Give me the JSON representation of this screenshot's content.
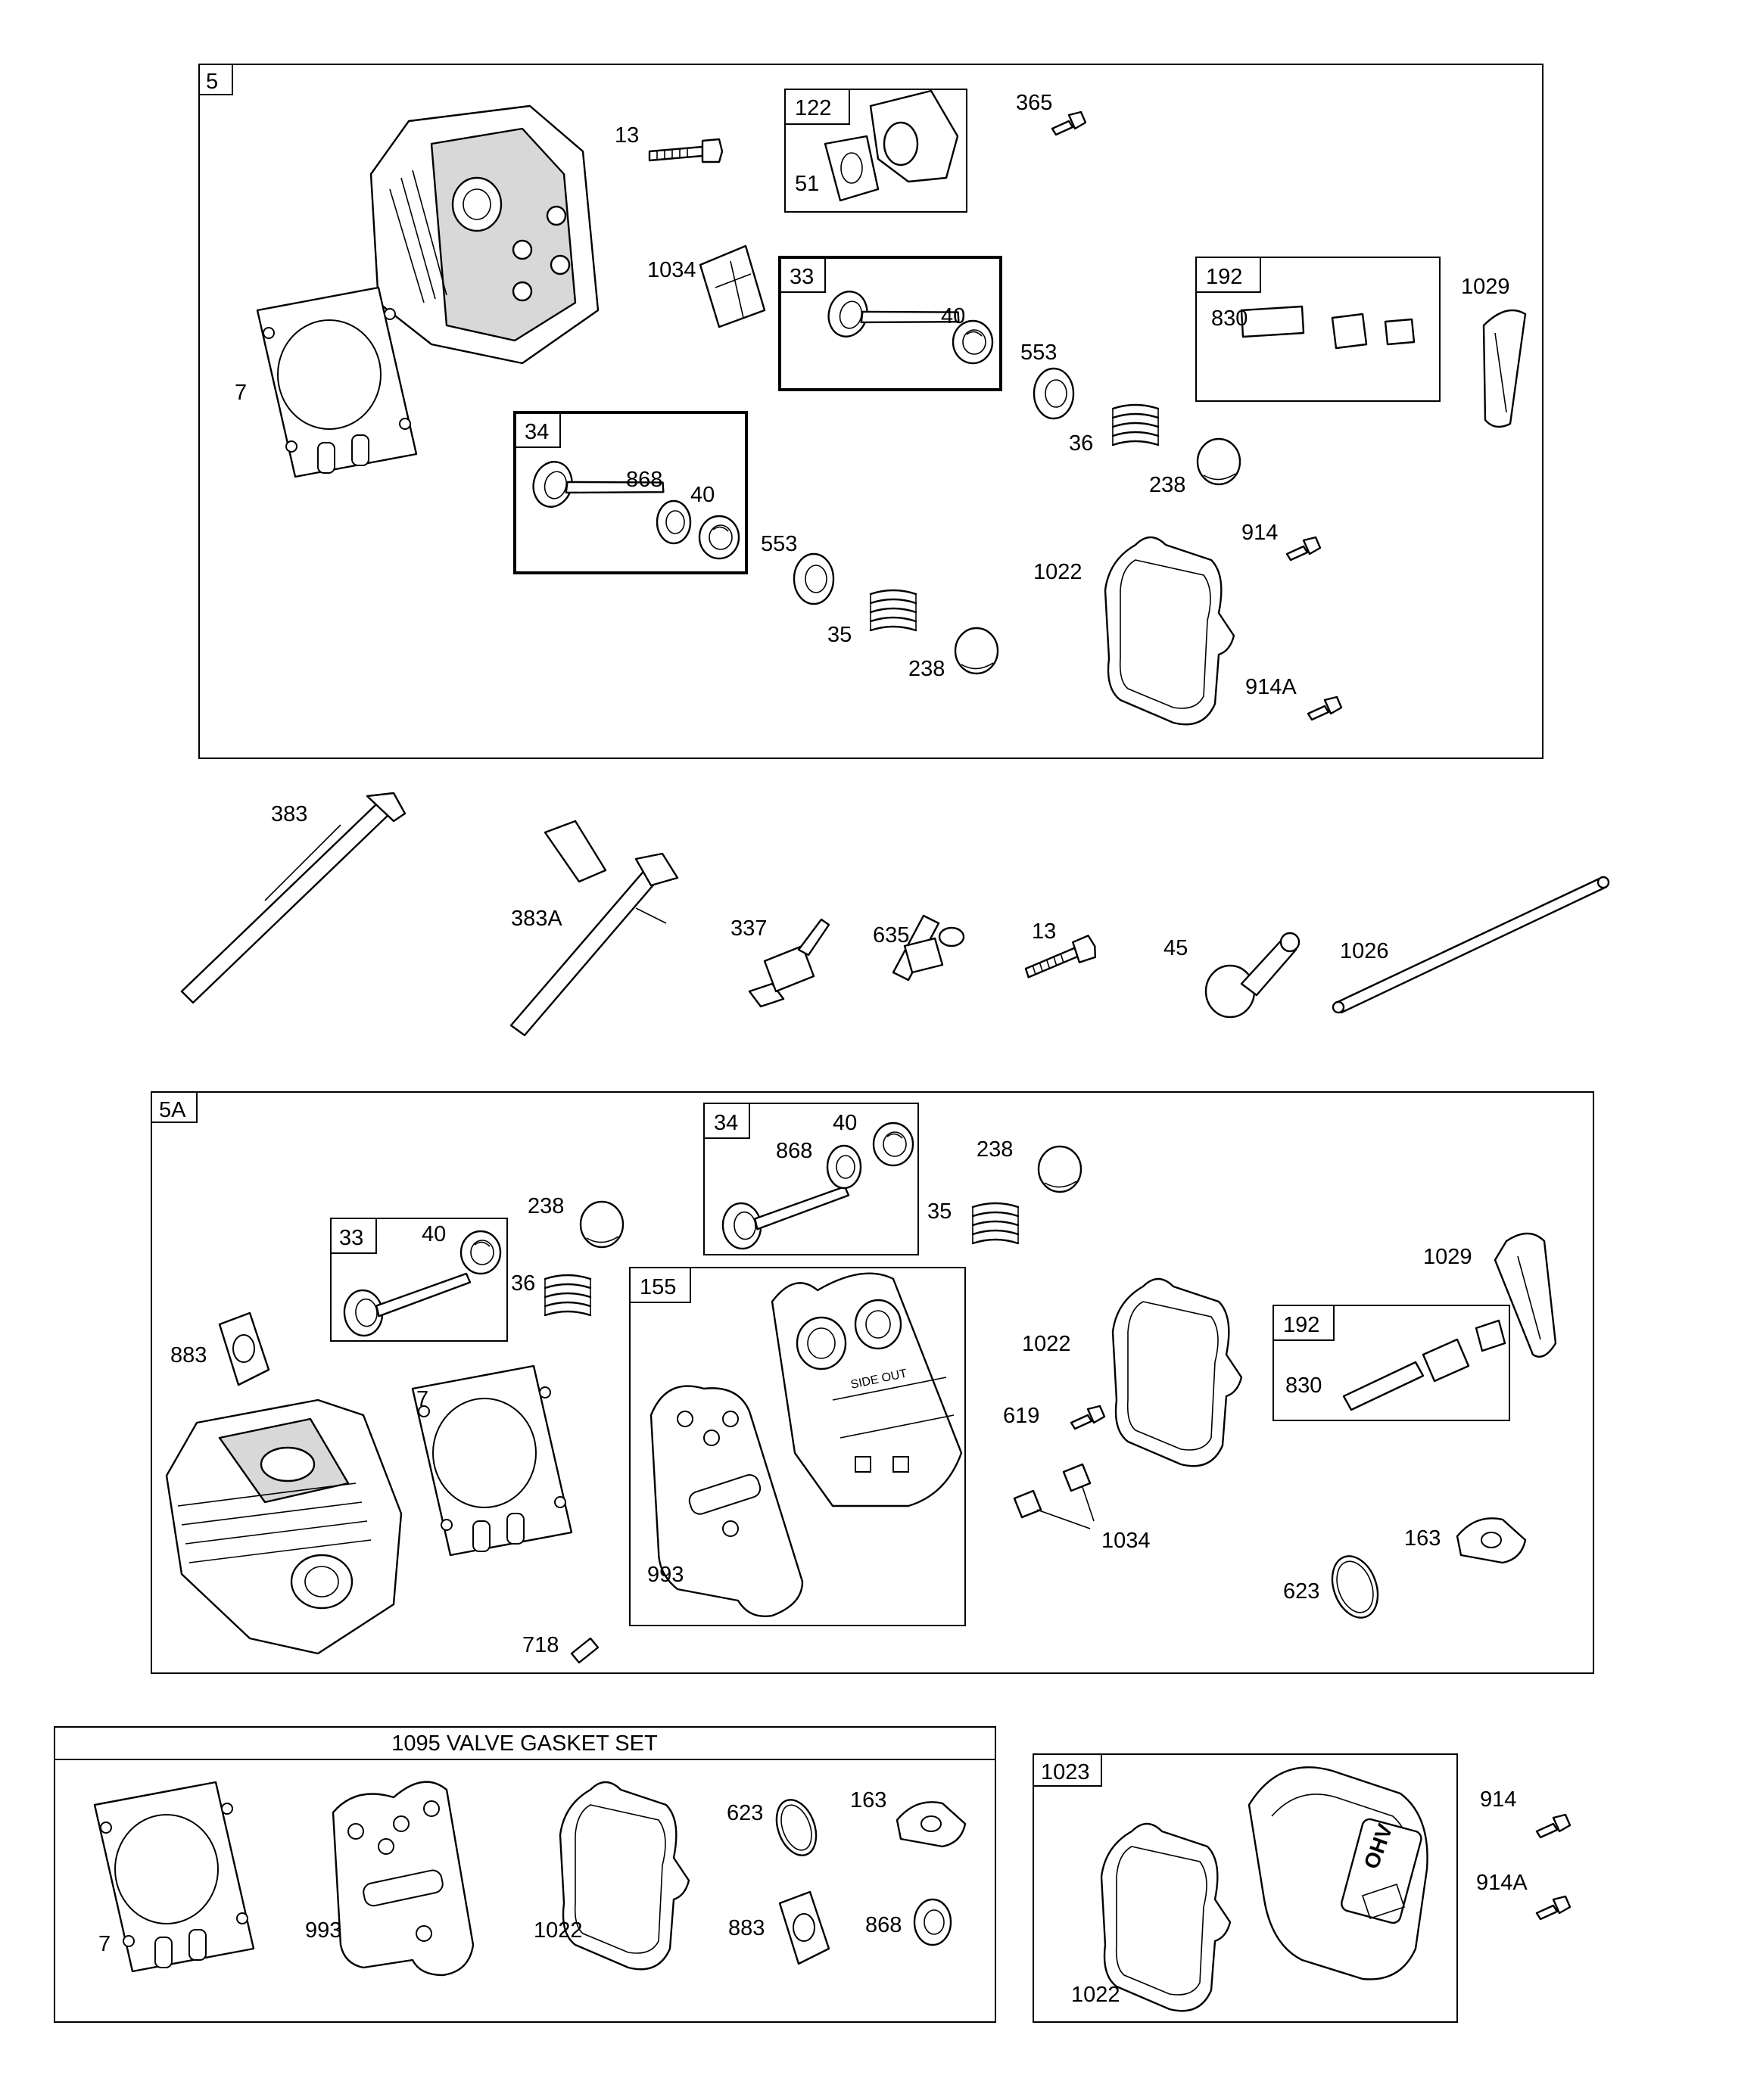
{
  "diagram": {
    "title": "1095 VALVE GASKET SET",
    "boxes": {
      "top": "5",
      "mid": "5A",
      "bottom_right": "1023"
    },
    "subkits": {
      "s122": "122",
      "s33a": "33",
      "s34a": "34",
      "s192a": "192",
      "s33b": "33",
      "s34b": "34",
      "s155": "155",
      "s192b": "192"
    },
    "labels": {
      "l13a": "13",
      "l365": "365",
      "l51": "51",
      "l1034a": "1034",
      "l40a": "40",
      "l830a": "830",
      "l1029a": "1029",
      "l7a": "7",
      "l553a": "553",
      "l36a": "36",
      "l238a": "238",
      "l868a": "868",
      "l40b": "40",
      "l553b": "553",
      "l914a": "914",
      "l1022a": "1022",
      "l35a": "35",
      "l238b": "238",
      "l914Aa": "914A",
      "l383": "383",
      "l383A": "383A",
      "l337": "337",
      "l635": "635",
      "l13b": "13",
      "l45": "45",
      "l1026": "1026",
      "l40c": "40",
      "l868b": "868",
      "l238c": "238",
      "l35b": "35",
      "l40d": "40",
      "l238d": "238",
      "l36b": "36",
      "l1029b": "1029",
      "l883a": "883",
      "l7b": "7",
      "l1022b": "1022",
      "l830b": "830",
      "l619": "619",
      "l1034b": "1034",
      "l163a": "163",
      "l993a": "993",
      "l623a": "623",
      "l718": "718",
      "l623b": "623",
      "l163b": "163",
      "l7c": "7",
      "l993b": "993",
      "l1022c": "1022",
      "l883b": "883",
      "l868c": "868",
      "l914b": "914",
      "l914Ab": "914A",
      "l1022d": "1022"
    },
    "stamps": {
      "ohv": "OHV",
      "side_out": "SIDE OUT"
    }
  }
}
